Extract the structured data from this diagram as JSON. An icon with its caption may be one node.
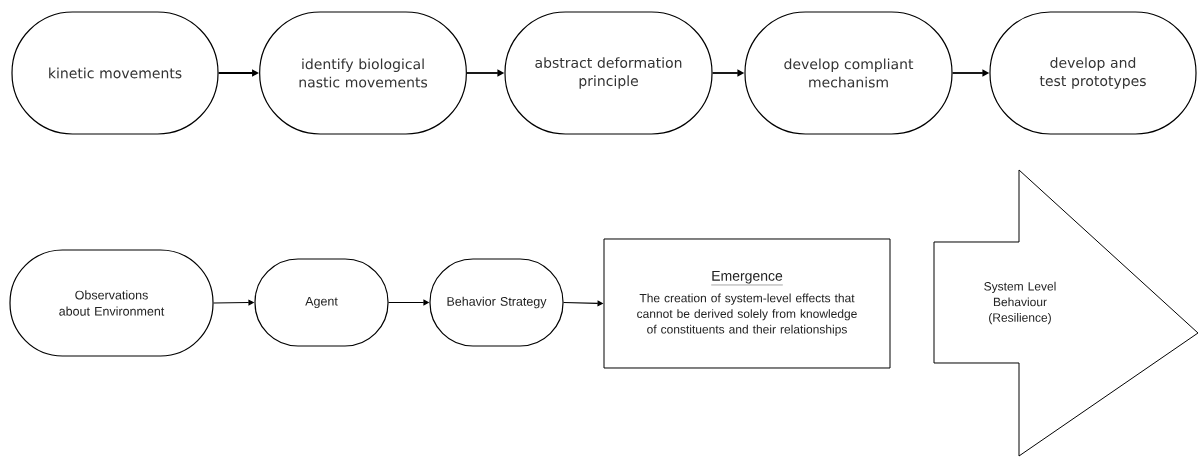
{
  "diagram": {
    "nodes": [
      {
        "text": [
          "kinetic movements"
        ]
      },
      {
        "text": [
          "identify biological nastic movements"
        ]
      },
      {
        "text": [
          "abstract deformation principle"
        ]
      },
      {
        "text": [
          "develop compliant mechanism"
        ]
      },
      {
        "text": [
          "develop and test prototypes"
        ]
      },
      {
        "text": [
          "Observations about Environment"
        ]
      },
      {
        "text": [
          "Agent"
        ]
      },
      {
        "text": [
          "Behavior Strategy"
        ]
      },
      {
        "text": [
          "Emergence",
          "The creation of system-level effects that cannot be derived solely from knowledge of constituents and their relationships"
        ]
      },
      {
        "text": [
          "System Level Behaviour (Resilience)"
        ]
      }
    ],
    "edges": [
      {
        "from": 0,
        "to": 1,
        "arrow": "to"
      },
      {
        "from": 1,
        "to": 2,
        "arrow": "to"
      },
      {
        "from": 2,
        "to": 3,
        "arrow": "to"
      },
      {
        "from": 3,
        "to": 4,
        "arrow": "to"
      },
      {
        "from": 5,
        "to": 6,
        "arrow": "to"
      },
      {
        "from": 6,
        "to": 7,
        "arrow": "to"
      },
      {
        "from": 7,
        "to": 8,
        "arrow": "to"
      }
    ]
  }
}
